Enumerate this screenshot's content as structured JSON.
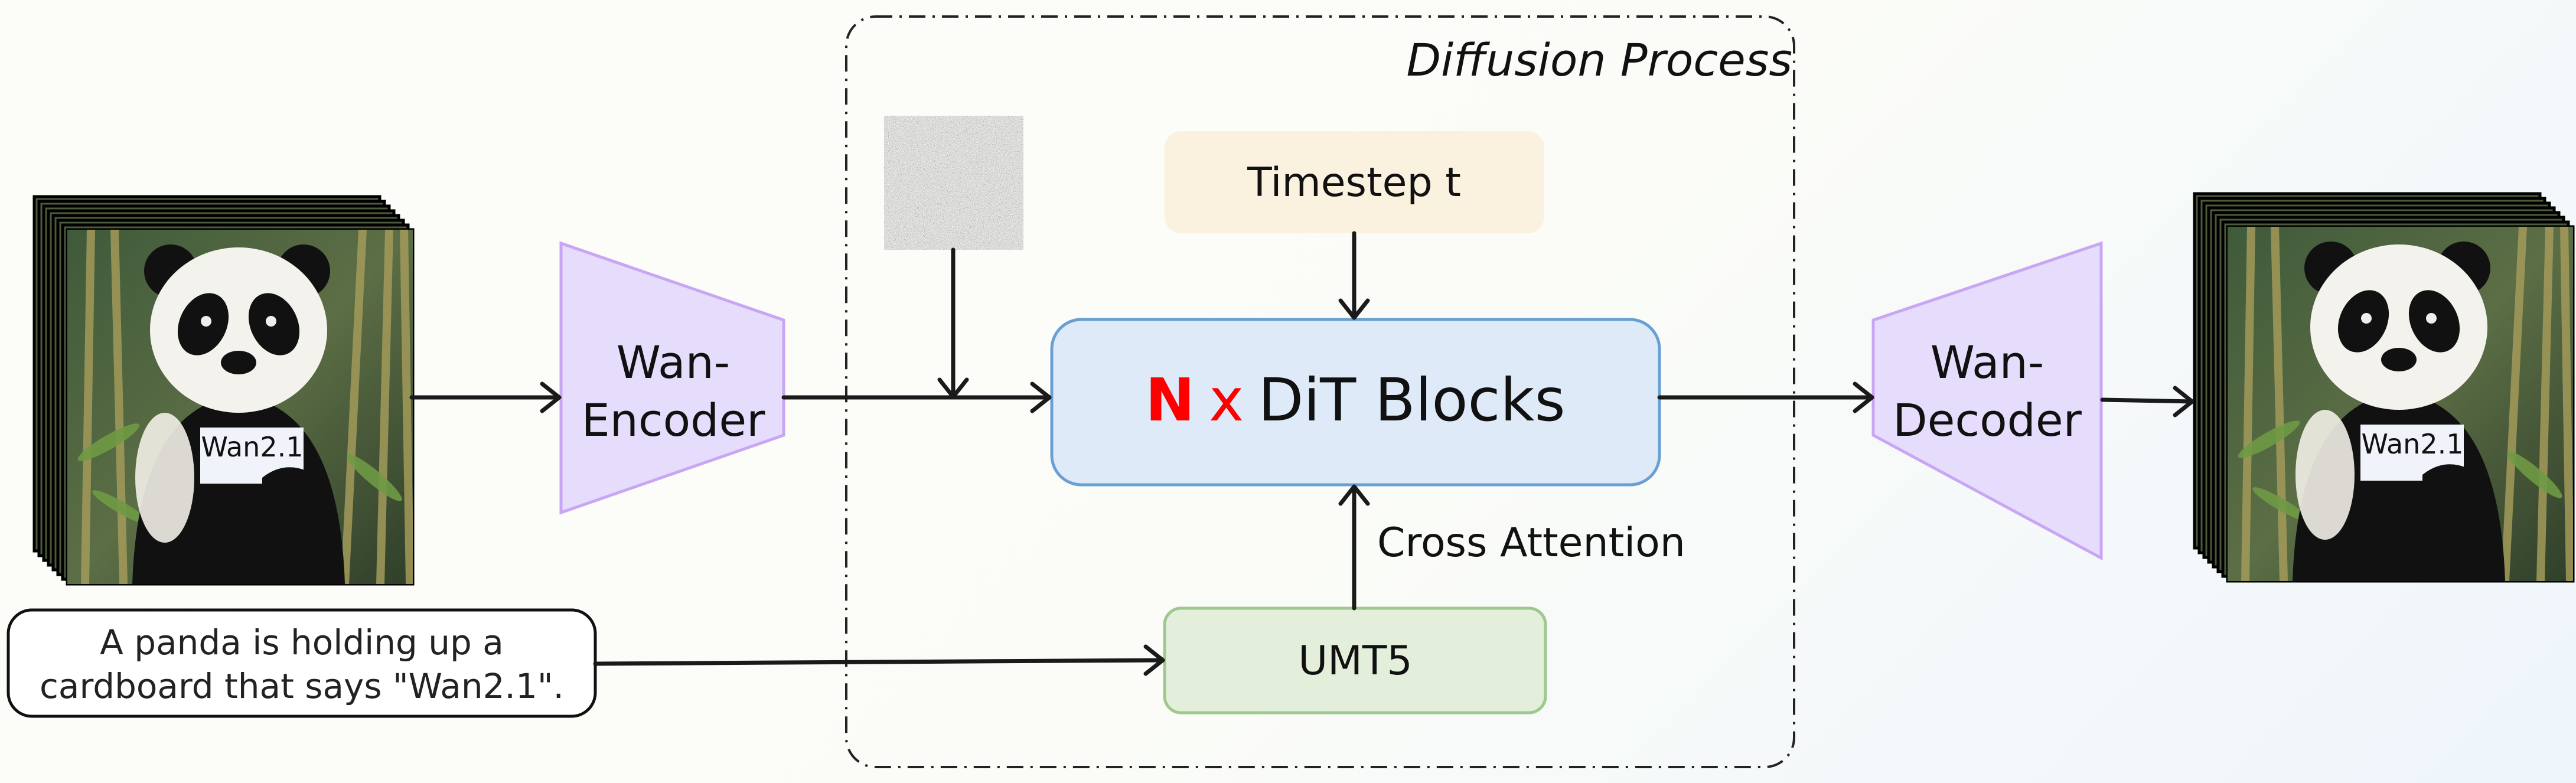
{
  "diagram": {
    "diffusion_label": "Diffusion Process",
    "timestep_label": "Timestep t",
    "dit": {
      "n": "N",
      "x": "x",
      "label": "DiT Blocks"
    },
    "cross_attention_label": "Cross Attention",
    "umt5_label": "UMT5",
    "encoder": {
      "line1": "Wan-",
      "line2": "Encoder"
    },
    "decoder": {
      "line1": "Wan-",
      "line2": "Decoder"
    },
    "prompt": {
      "line1": "A panda is holding up a",
      "line2": "cardboard that says \"Wan2.1\"."
    },
    "sign_text": "Wan2.1",
    "icons": {
      "input_video": "panda-video-frames",
      "output_video": "panda-video-frames",
      "noise": "gaussian-noise-image"
    },
    "colors": {
      "timestep_fill": "#faf1df",
      "dit_fill": "#dfeaf9",
      "dit_stroke": "#6a9fd2",
      "umt5_fill": "#e3eedb",
      "umt5_stroke": "#9ec88c",
      "codec_fill": "#e6dcfc",
      "codec_stroke": "#c9a6f4",
      "accent_red": "#ff0000"
    }
  }
}
